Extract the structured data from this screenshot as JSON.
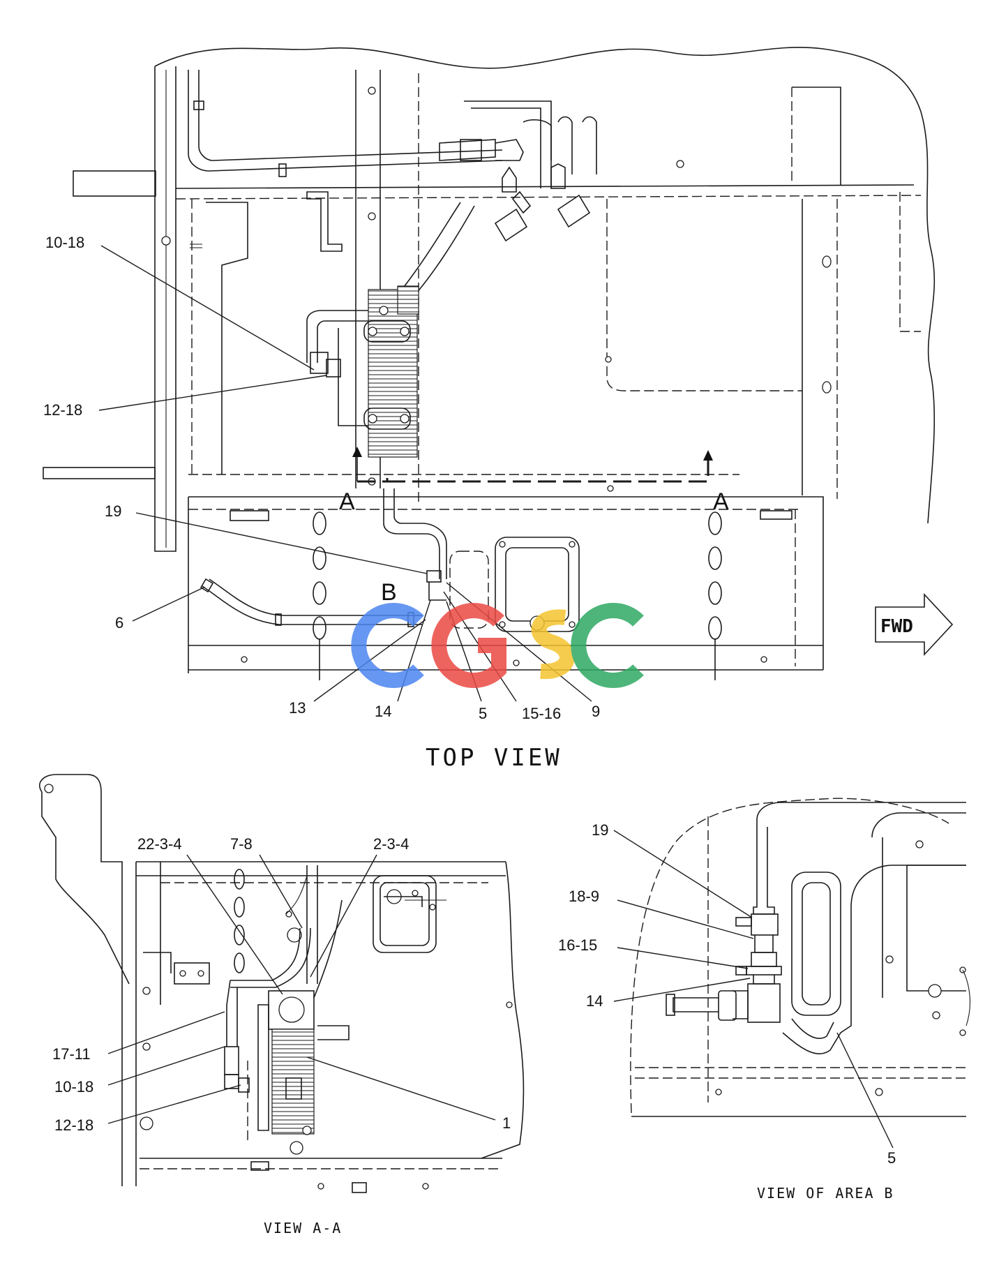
{
  "views": {
    "top": {
      "title": "TOP VIEW",
      "section_marks": [
        "A",
        "A",
        "B"
      ],
      "fwd_label": "FWD",
      "callouts": [
        "10-18",
        "12-18",
        "19",
        "6",
        "13",
        "14",
        "5",
        "15-16",
        "9"
      ]
    },
    "view_a": {
      "title": "VIEW A-A",
      "callouts": [
        "22-3-4",
        "7-8",
        "2-3-4",
        "17-11",
        "10-18",
        "12-18",
        "1"
      ]
    },
    "view_b": {
      "title": "VIEW OF AREA B",
      "callouts": [
        "19",
        "18-9",
        "16-15",
        "14",
        "5"
      ]
    }
  },
  "watermark": {
    "text": "CGSC",
    "colors": [
      "#4c86f0",
      "#ea4a44",
      "#f4c42e",
      "#2fa963"
    ]
  }
}
